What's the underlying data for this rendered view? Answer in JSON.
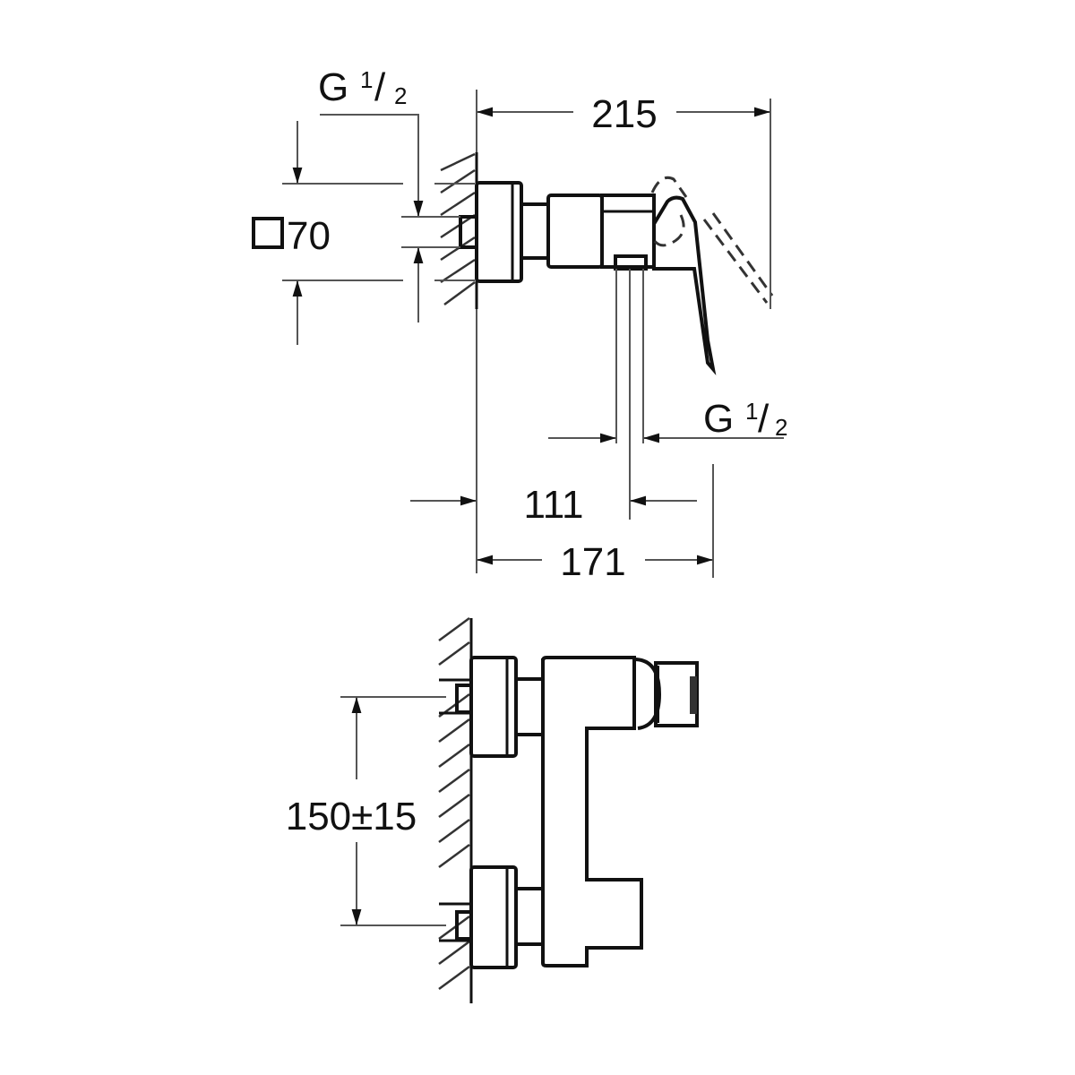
{
  "drawing": {
    "type": "technical dimension drawing",
    "subject": "wall-mounted single-lever shower mixer",
    "line_color": "#111111",
    "dimension_line_color": "#555555",
    "background": "#ffffff"
  },
  "side_view": {
    "dimensions": {
      "overall_depth": "215",
      "outlet_depth": "171",
      "outlet_center": "111",
      "escutcheon_size_symbol": "□",
      "escutcheon_size": "70",
      "inlet_thread": "G",
      "inlet_thread_num": "1",
      "inlet_thread_den": "2",
      "outlet_thread": "G",
      "outlet_thread_num": "1",
      "outlet_thread_den": "2"
    }
  },
  "front_view": {
    "dimensions": {
      "inlet_spacing": "150±15"
    }
  }
}
